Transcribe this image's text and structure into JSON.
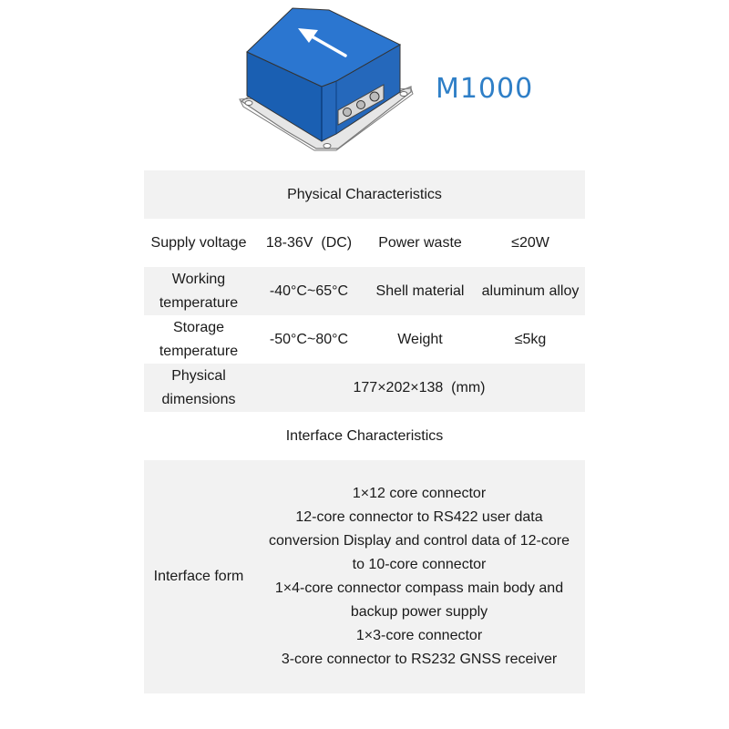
{
  "product": {
    "model": "M1000"
  },
  "table": {
    "physical_header": "Physical Characteristics",
    "supply_voltage_label": "Supply voltage",
    "supply_voltage_value": "18-36V  (DC)",
    "power_waste_label": "Power waste",
    "power_waste_value": "≤20W",
    "working_temp_label": [
      "Working",
      "temperature"
    ],
    "working_temp_value": "-40°C~65°C",
    "shell_material_label": "Shell material",
    "shell_material_value": "aluminum alloy",
    "storage_temp_label": [
      "Storage",
      "temperature"
    ],
    "storage_temp_value": "-50°C~80°C",
    "weight_label": "Weight",
    "weight_value": "≤5kg",
    "dimensions_label": [
      "Physical",
      "dimensions"
    ],
    "dimensions_value": "177×202×138  (mm)",
    "interface_header": "Interface Characteristics",
    "interface_form_label": "Interface form",
    "interface_form_lines": [
      "1×12 core connector",
      "12-core connector to RS422 user data",
      "conversion Display and control data of 12-core",
      "to 10-core connector",
      "1×4-core connector compass main body and",
      "backup power supply",
      "1×3-core connector",
      "3-core connector to RS232 GNSS receiver"
    ]
  },
  "colors": {
    "title_blue": "#2f7fc7",
    "device_blue": "#1f63b9",
    "row_shade": "#f2f2f2"
  }
}
